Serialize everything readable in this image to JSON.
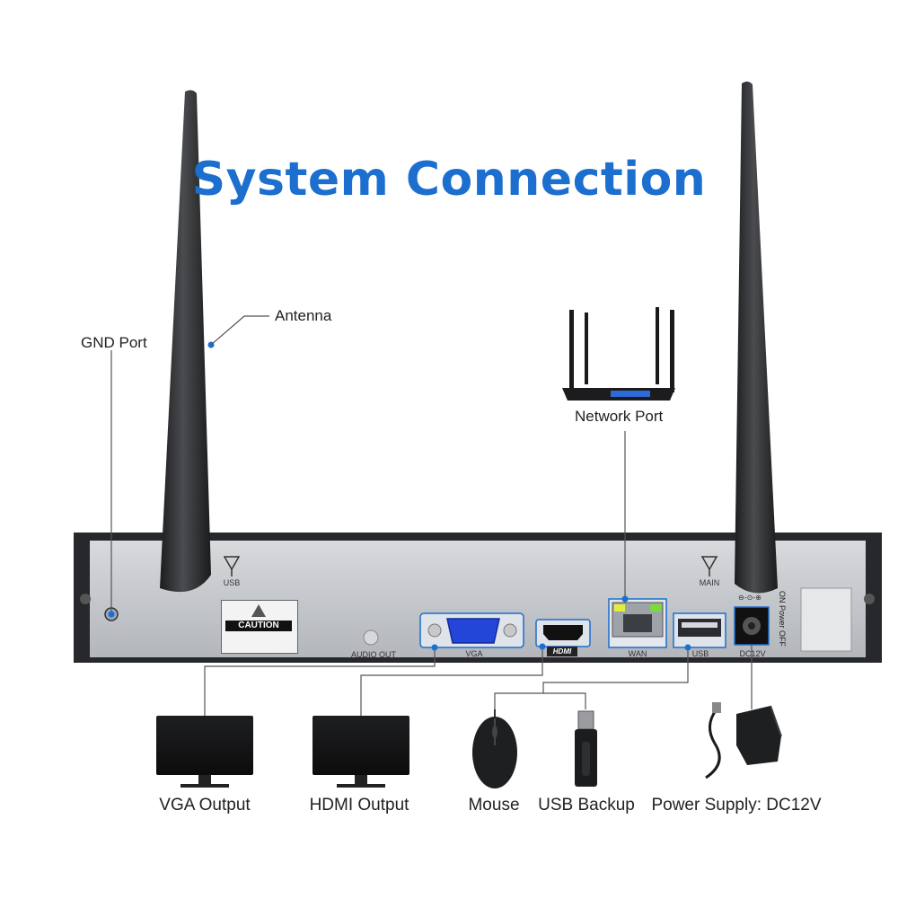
{
  "title": "System Connection",
  "callouts": {
    "antenna": "Antenna",
    "gnd_port": "GND Port",
    "network_port": "Network Port"
  },
  "panel": {
    "usb_antenna_label": "USB",
    "main_antenna_label": "MAIN",
    "caution_label": "CAUTION",
    "audio_out_label": "AUDIO OUT",
    "vga_label": "VGA",
    "hdmi_label": "HDMI",
    "wan_label": "WAN",
    "usb_label": "USB",
    "dc_label": "DC12V",
    "power_switch_label": "ON Power OFF"
  },
  "devices": {
    "vga_output": "VGA Output",
    "hdmi_output": "HDMI Output",
    "mouse": "Mouse",
    "usb_backup": "USB Backup",
    "power_supply": "Power Supply: DC12V"
  },
  "colors": {
    "title": "#1c6fce",
    "callout_line": "#555555",
    "port_highlight": "#1c6fce",
    "panel_face": "#c9ccd0",
    "panel_frame": "#26282b",
    "antenna": "#2b2c2e"
  }
}
